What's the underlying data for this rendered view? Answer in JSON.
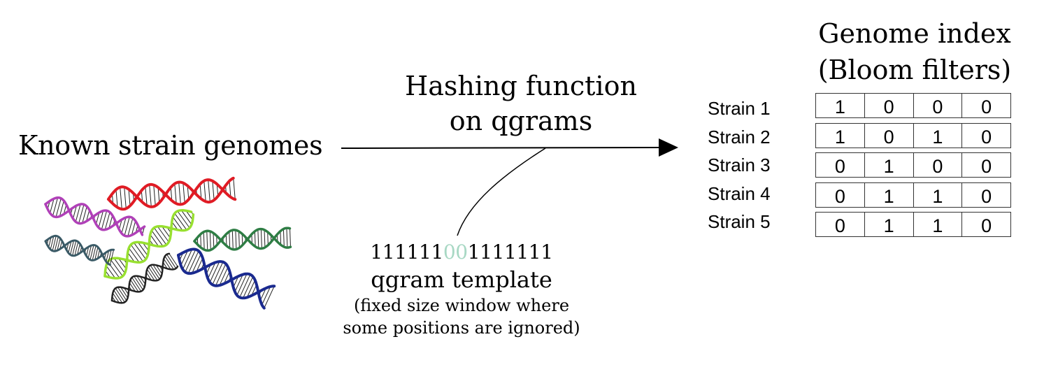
{
  "input_label": "Known strain genomes",
  "hash_label": [
    "Hashing function",
    "on qgrams"
  ],
  "template": {
    "bits_prefix": "111111",
    "bits_ignored": "00",
    "bits_suffix": "1111111",
    "name": "qgram template",
    "description": "(fixed size window where some positions are ignored)"
  },
  "index": {
    "title": [
      "Genome index",
      "(Bloom filters)"
    ],
    "rows": [
      {
        "label": "Strain 1",
        "bits": [
          "1",
          "0",
          "0",
          "0"
        ]
      },
      {
        "label": "Strain 2",
        "bits": [
          "1",
          "0",
          "1",
          "0"
        ]
      },
      {
        "label": "Strain 3",
        "bits": [
          "0",
          "1",
          "0",
          "0"
        ]
      },
      {
        "label": "Strain 4",
        "bits": [
          "0",
          "1",
          "1",
          "0"
        ]
      },
      {
        "label": "Strain 5",
        "bits": [
          "0",
          "1",
          "1",
          "0"
        ]
      }
    ]
  },
  "dna_helix_colors": [
    "#e01b24",
    "#b040b8",
    "#98e030",
    "#2e7d44",
    "#3a5a66",
    "#1a2a8f",
    "#222222"
  ]
}
